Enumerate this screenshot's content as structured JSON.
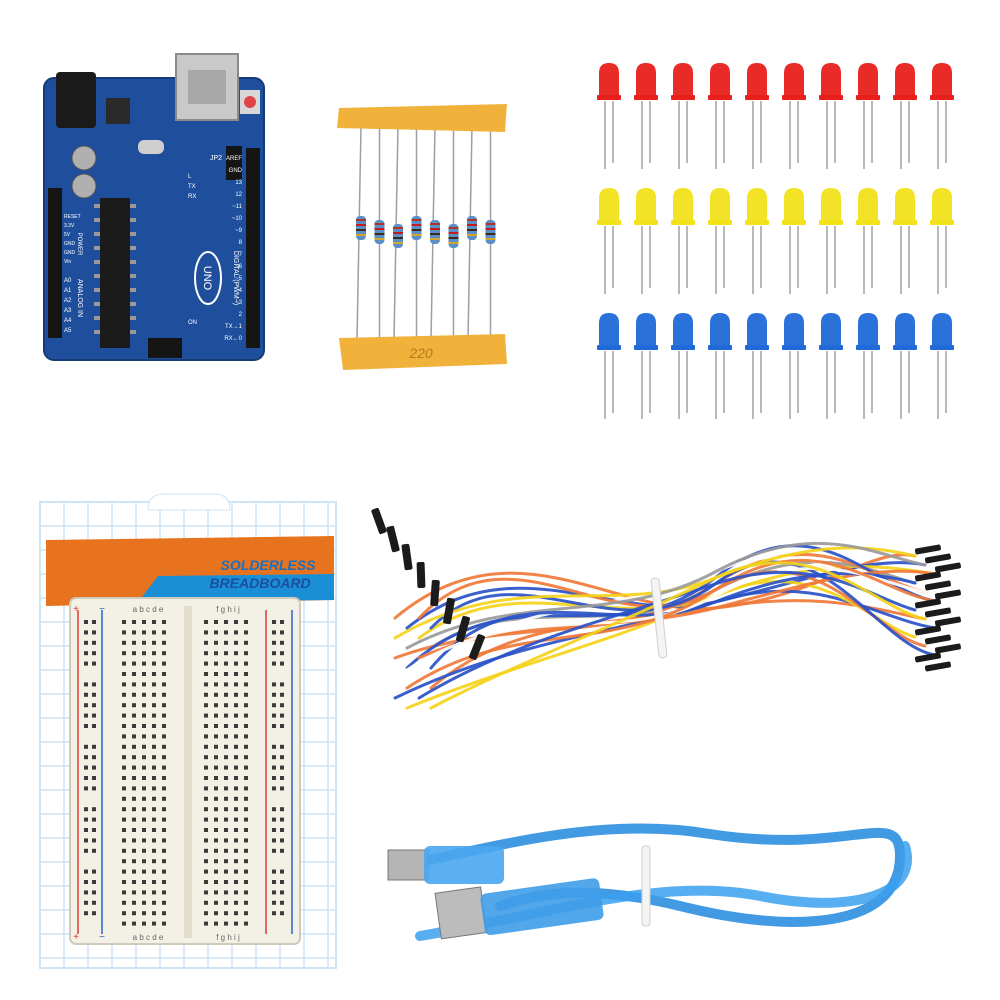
{
  "colors": {
    "background": "#ffffff",
    "pcb": "#1f4f9c",
    "led_red": "#e8201c",
    "led_yellow": "#f2e21a",
    "led_blue": "#1f6ad8",
    "breadboard_banner": "#e8731e",
    "breadboard_body": "#f3f0e6",
    "usb_cable": "#2d8fe0",
    "resistor_tape": "#f1b23c"
  },
  "arduino": {
    "board_name": "UNO",
    "digital_label": "DIGITAL (PWM~)",
    "analog_label": "ANALOG IN",
    "power_label": "POWER",
    "header_label": "JP2",
    "pin_labels": [
      "AREF",
      "GND",
      "13",
      "12",
      "~11",
      "~10",
      "~9",
      "8",
      "7",
      "~6",
      "~5",
      "4",
      "~3",
      "2",
      "TX→1",
      "RX←0"
    ],
    "power_pins": [
      "RESET",
      "3.3V",
      "5V",
      "GND",
      "GND",
      "Vin"
    ],
    "analog_pins": [
      "A0",
      "A1",
      "A2",
      "A3",
      "A4",
      "A5"
    ],
    "tx_label": "TX",
    "rx_label": "RX",
    "l_label": "L",
    "on_label": "ON"
  },
  "resistors": {
    "count": 8,
    "tape_text": "220"
  },
  "leds": {
    "rows": [
      {
        "color": "red",
        "count": 10
      },
      {
        "color": "yellow",
        "count": 10
      },
      {
        "color": "blue",
        "count": 10
      }
    ]
  },
  "breadboard": {
    "banner_line1": "SOLDERLESS",
    "banner_line2": "BREADBOARD",
    "column_letters_left": "a b c d e",
    "column_letters_right": "f g h i j",
    "plus": "+",
    "minus": "−",
    "rows": 30
  },
  "jumper_wires": {
    "wire_colors": [
      "#f07a3a",
      "#2a52c8",
      "#f5d21a",
      "#9a9a9a",
      "#f07a3a",
      "#2a52c8",
      "#ffffff",
      "#f07a3a",
      "#2a52c8",
      "#f5d21a"
    ]
  },
  "usb_cable": {
    "type": "USB A to B"
  }
}
